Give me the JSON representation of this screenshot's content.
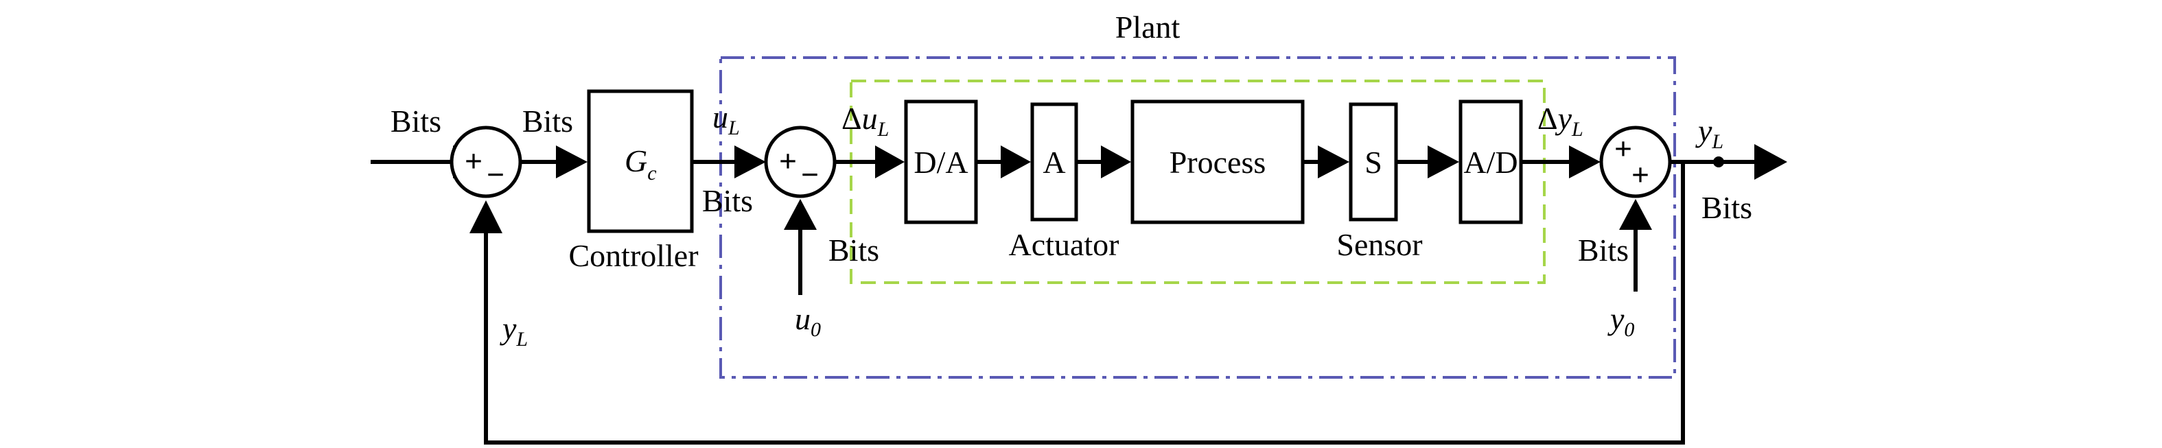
{
  "title": "Plant",
  "blocks": {
    "controller_symbol": "G",
    "controller_symbol_sub": "c",
    "dac": "D/A",
    "actuator_box": "A",
    "process": "Process",
    "sensor_box": "S",
    "adc": "A/D"
  },
  "captions": {
    "controller": "Controller",
    "actuator": "Actuator",
    "sensor": "Sensor"
  },
  "bits": {
    "input": "Bits",
    "after_sum1": "Bits",
    "after_controller": "Bits",
    "u0_in": "Bits",
    "y0_in": "Bits",
    "output": "Bits"
  },
  "signals": {
    "uL": {
      "main": "u",
      "sub": "L"
    },
    "delta_uL": {
      "prefix": "Δ",
      "main": "u",
      "sub": "L"
    },
    "delta_yL": {
      "prefix": "Δ",
      "main": "y",
      "sub": "L"
    },
    "yL_out": {
      "main": "y",
      "sub": "L"
    },
    "yL_feedback": {
      "main": "y",
      "sub": "L"
    },
    "u0": {
      "main": "u",
      "sub": "0"
    },
    "y0": {
      "main": "y",
      "sub": "0"
    }
  },
  "sum_signs": {
    "sum1": {
      "left": "+",
      "bottom": "−"
    },
    "sum2": {
      "left": "+",
      "bottom": "−"
    },
    "sum3": {
      "left": "+",
      "bottom": "+"
    }
  },
  "colors": {
    "plant_boundary": "#5a5ab4",
    "inner_boundary": "#a6d64a",
    "lines": "#000000"
  }
}
